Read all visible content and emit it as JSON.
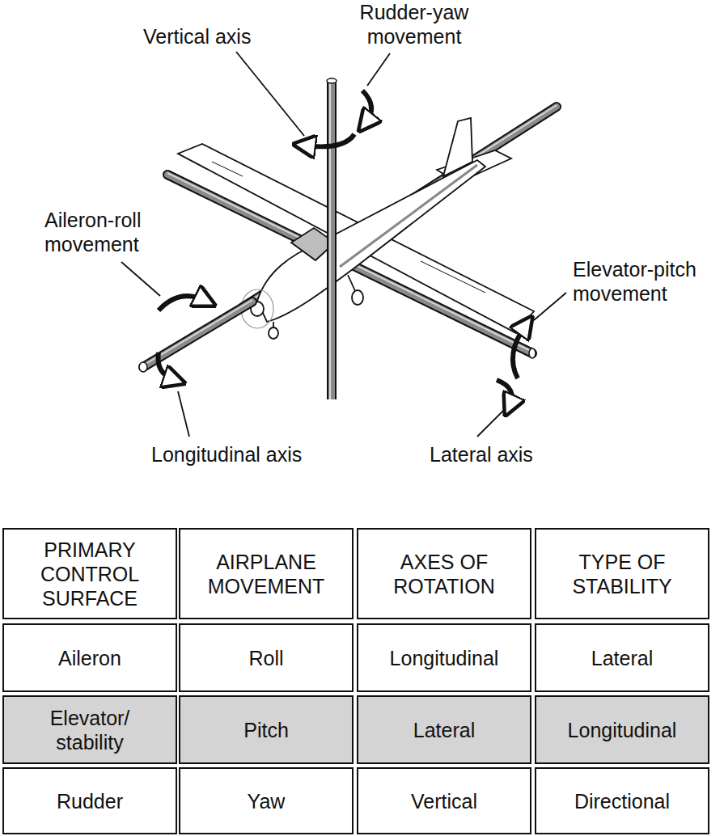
{
  "diagram": {
    "labels": [
      "Vertical axis",
      "Rudder-yaw movement",
      "Aileron-roll movement",
      "Elevator-pitch movement",
      "Longitudinal axis",
      "Lateral axis",
      "PRIMARY CONTROL SURFACE",
      "AIRPLANE MOVEMENT",
      "AXES OF ROTATION",
      "TYPE OF STABILITY",
      "Aileron",
      "Roll",
      "Longitudinal",
      "Lateral",
      "Elevator/ stability",
      "Pitch",
      "Lateral",
      "Longitudinal",
      "Rudder",
      "Yaw",
      "Vertical",
      "Directional"
    ]
  }
}
